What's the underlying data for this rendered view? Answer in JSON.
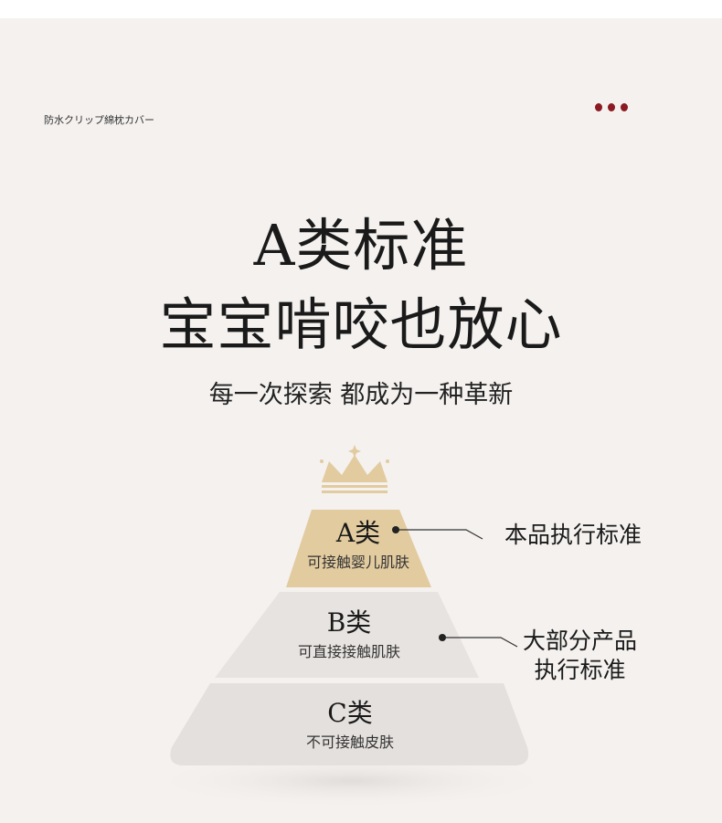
{
  "brand": "防水クリップ綿枕カバー",
  "headline": {
    "line1": "A类标准",
    "line2": "宝宝啃咬也放心",
    "subtitle": "每一次探索 都成为一种革新"
  },
  "tiers": [
    {
      "title": "A类",
      "desc": "可接触婴儿肌肤"
    },
    {
      "title": "B类",
      "desc": "可直接接触肌肤"
    },
    {
      "title": "C类",
      "desc": "不可接触皮肤"
    }
  ],
  "callouts": [
    {
      "lines": [
        "本品执行标准"
      ]
    },
    {
      "lines": [
        "大部分产品",
        "执行标准"
      ]
    }
  ],
  "colors": {
    "gold": "#e2cb9f",
    "gray": "#e6e2df",
    "dots": "#8b1a22"
  }
}
